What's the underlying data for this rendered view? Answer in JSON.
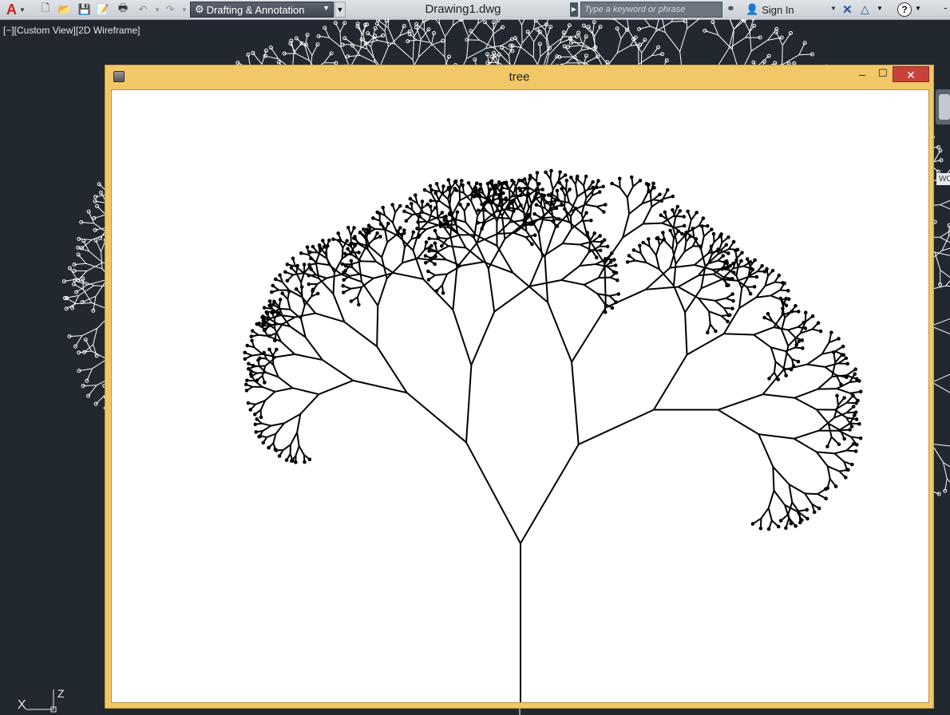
{
  "toolbar": {
    "app_menu_icon": "autocad-logo-icon",
    "workspace": "Drafting & Annotation",
    "document_title": "Drawing1.dwg",
    "search_placeholder": "Type a keyword or phrase",
    "sign_in": "Sign In",
    "icons": [
      "new-icon",
      "open-icon",
      "save-icon",
      "save-as-icon",
      "print-icon",
      "undo-icon",
      "redo-icon",
      "gear-icon",
      "binoculars-icon",
      "user-icon",
      "exchange-icon",
      "a360-icon",
      "help-icon"
    ]
  },
  "viewport": {
    "label": "[−][Custom View][2D Wireframe]",
    "ucs_labels": {
      "z": "Z",
      "x": "X"
    },
    "side_tag": "WC"
  },
  "window": {
    "title": "tree",
    "controls": {
      "minimize": "–",
      "maximize": "☐",
      "close": "✕"
    },
    "frame_color": "#f2c766",
    "canvas_color": "#ffffff"
  },
  "drawing": {
    "subject": "recursive fractal tree",
    "recursion_depth": 9,
    "branch_angle_deg": 27,
    "length_ratio": 0.72,
    "stroke_color": "#000000",
    "background_tree_color": "#ffffff"
  }
}
